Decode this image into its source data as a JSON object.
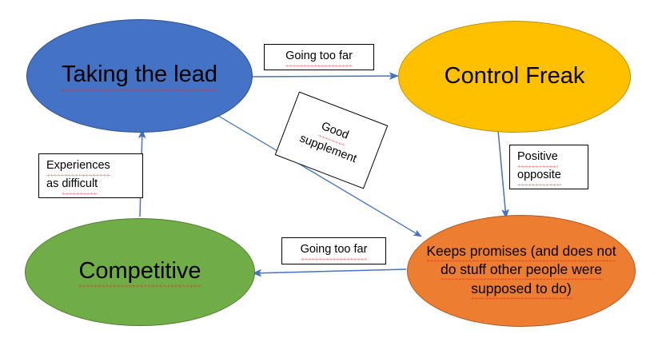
{
  "diagram": {
    "title": "Behaviour continuum diagram",
    "colors": {
      "blue": "#4472C4",
      "amber": "#FFC000",
      "green": "#70AD47",
      "orange": "#ED7D31",
      "arrow": "#4472C4",
      "spellcheck_underline": "#E8231A",
      "label_border": "#000000",
      "background": "#FFFFFF"
    },
    "nodes": [
      {
        "id": "taking-the-lead",
        "label": "Taking the lead",
        "shape": "ellipse",
        "fill": "#4472C4"
      },
      {
        "id": "control-freak",
        "label": "Control Freak",
        "shape": "ellipse",
        "fill": "#FFC000"
      },
      {
        "id": "competitive",
        "label": "Competitive",
        "shape": "ellipse",
        "fill": "#70AD47"
      },
      {
        "id": "keeps-promises",
        "shape": "ellipse",
        "fill": "#ED7D31",
        "label_lines": [
          "Keeps promises (and does not",
          "do stuff other people were",
          "supposed to do)"
        ]
      }
    ],
    "edge_labels": [
      {
        "id": "going-too-far-top",
        "text": "Going too far",
        "rotated": false
      },
      {
        "id": "going-too-far-bottom",
        "text": "Going too far",
        "rotated": false
      },
      {
        "id": "experiences-as-difficult",
        "line1": "Experiences",
        "line2": "as difficult",
        "rotated": false
      },
      {
        "id": "positive-opposite",
        "line1": "Positive",
        "line2": "opposite",
        "rotated": false
      },
      {
        "id": "good-supplement",
        "line1": "Good",
        "line2": "supplement",
        "rotated": true,
        "rotation_deg": 21
      }
    ],
    "edges": [
      {
        "id": "lead-to-control",
        "from": "taking-the-lead",
        "to": "control-freak",
        "label": "Going too far"
      },
      {
        "id": "lead-to-keeps",
        "from": "taking-the-lead",
        "to": "keeps-promises",
        "label": "Good supplement"
      },
      {
        "id": "control-to-keeps",
        "from": "control-freak",
        "to": "keeps-promises",
        "label": "Positive opposite"
      },
      {
        "id": "keeps-to-competitive",
        "from": "keeps-promises",
        "to": "competitive",
        "label": "Going too far"
      },
      {
        "id": "competitive-to-lead",
        "from": "competitive",
        "to": "taking-the-lead",
        "label": "Experiences as difficult"
      }
    ]
  }
}
